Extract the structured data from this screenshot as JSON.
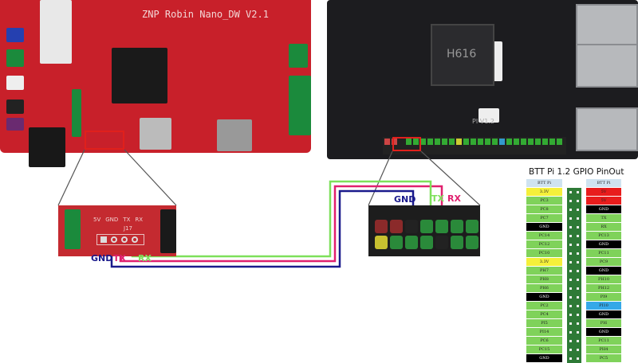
{
  "left_board": {
    "title": "ZNP Robin Nano_DW V2.1"
  },
  "right_board": {
    "soc": "H616",
    "model": "PI V1.2"
  },
  "left_inset": {
    "silk": [
      "5V",
      "GND",
      "TX",
      "RX"
    ],
    "connector": "J17",
    "labels": {
      "gnd": "GND",
      "tx": "TX",
      "rx": "RX"
    }
  },
  "right_inset": {
    "labels": {
      "gnd": "GND",
      "tx": "TX",
      "rx": "RX"
    }
  },
  "wire_colors": {
    "gnd": "#1a1a8c",
    "tx": "#e0206e",
    "rx": "#7ee05a",
    "highlight": "#e0201c"
  },
  "pinout": {
    "title": "BTT Pi 1.2 GPIO PinOut",
    "header": [
      "BTT Pi",
      "BTT Pi"
    ],
    "left": [
      "3.3V",
      "PC3",
      "PC8",
      "PC7",
      "GND",
      "PC14",
      "PC12",
      "PC10",
      "3.3V",
      "PH7",
      "PH8",
      "PH6",
      "GND",
      "PC2",
      "PC4",
      "PI5",
      "PI14",
      "PC6",
      "PC15",
      "GND"
    ],
    "right": [
      "5V",
      "5V",
      "GND",
      "TX",
      "RX",
      "PC13",
      "GND",
      "PC11",
      "PC9",
      "GND",
      "PH10",
      "PH12",
      "PI9",
      "PI10",
      "GND",
      "PI6",
      "GND",
      "PC11",
      "PH4",
      "PC5"
    ]
  }
}
